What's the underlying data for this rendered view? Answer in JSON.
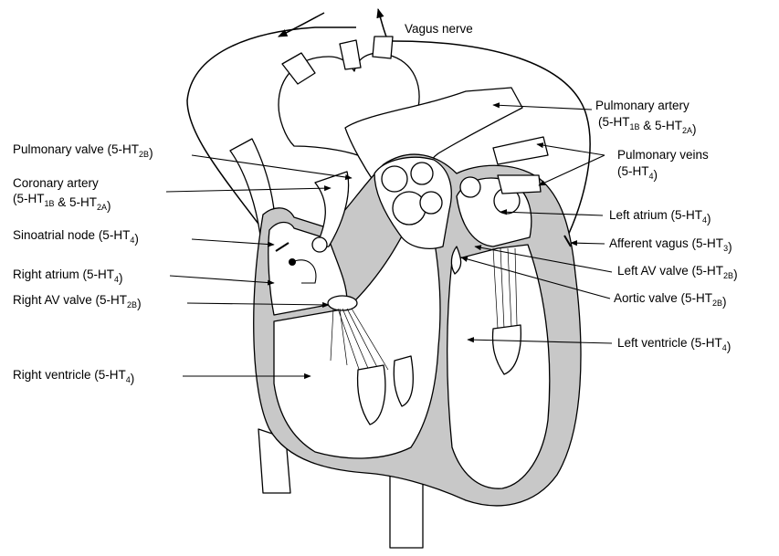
{
  "labels": {
    "vagus_nerve": "Vagus nerve",
    "pulmonary_artery_1": "Pulmonary artery",
    "pulmonary_artery_2": "(5-HT1B & 5-HT2A)",
    "pulmonary_veins_1": "Pulmonary veins",
    "pulmonary_veins_2": "(5-HT4)",
    "pulmonary_valve": "Pulmonary valve (5-HT2B)",
    "coronary_artery_1": "Coronary artery",
    "coronary_artery_2": "(5-HT1B & 5-HT2A)",
    "sinoatrial_node": "Sinoatrial node (5-HT4)",
    "right_atrium": "Right atrium (5-HT4)",
    "right_av_valve": "Right AV valve (5-HT2B)",
    "right_ventricle": "Right ventricle (5-HT4)",
    "left_atrium": "Left atrium (5-HT4)",
    "afferent_vagus": "Afferent vagus (5-HT3)",
    "left_av_valve": "Left AV valve (5-HT2B)",
    "aortic_valve": "Aortic valve (5-HT2B)",
    "left_ventricle": "Left ventricle (5-HT4)"
  },
  "colors": {
    "line": "#000000",
    "wall_fill": "#c8c8c8",
    "background": "#ffffff"
  }
}
